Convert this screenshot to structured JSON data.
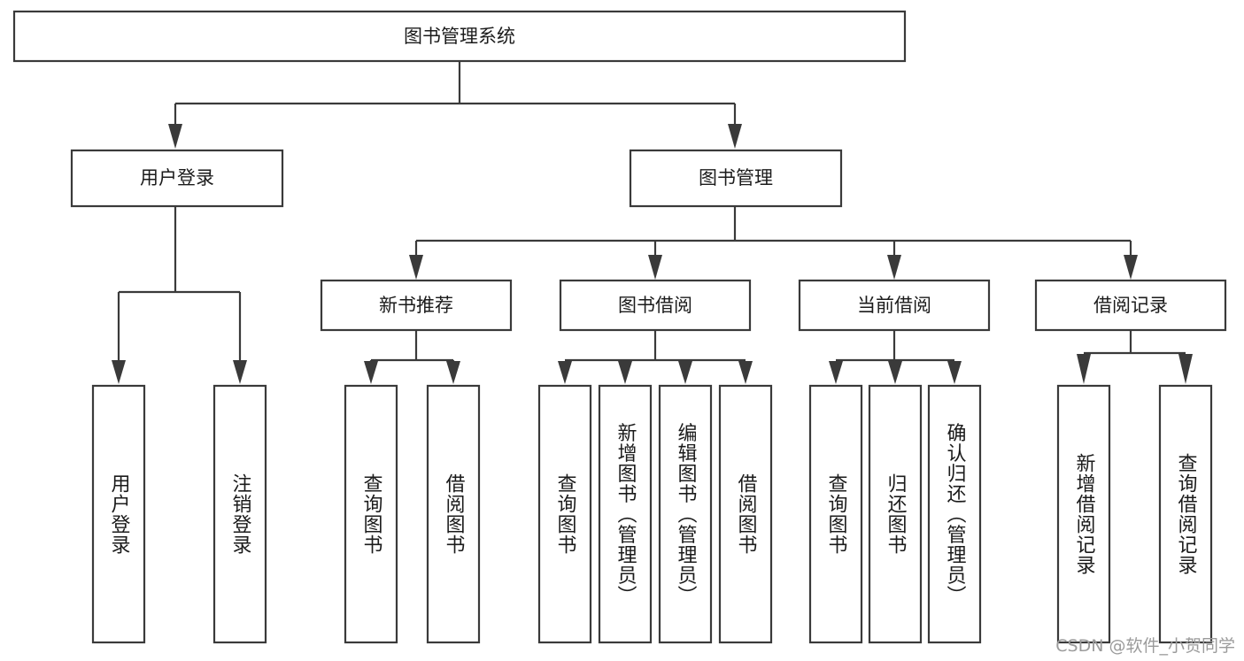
{
  "diagram": {
    "title": "图书管理系统",
    "type": "tree",
    "orientation": "top-down",
    "colors": {
      "stroke": "#3a3a3a",
      "fill": "#ffffff",
      "text": "#1b1b1b",
      "background": "#ffffff",
      "watermark": "#9b9b9b"
    },
    "levels": {
      "root": {
        "label": "图书管理系统"
      },
      "level2": [
        {
          "id": "user-login",
          "label": "用户登录"
        },
        {
          "id": "book-management",
          "label": "图书管理"
        }
      ],
      "level3": [
        {
          "id": "new-book-recommend",
          "label": "新书推荐",
          "parent": "book-management"
        },
        {
          "id": "book-borrow",
          "label": "图书借阅",
          "parent": "book-management"
        },
        {
          "id": "current-borrow",
          "label": "当前借阅",
          "parent": "book-management"
        },
        {
          "id": "borrow-record",
          "label": "借阅记录",
          "parent": "book-management"
        }
      ],
      "leaves": {
        "user-login": [
          {
            "id": "leaf-user-login",
            "label": "用户登录"
          },
          {
            "id": "leaf-user-logout",
            "label": "注销登录"
          }
        ],
        "new-book-recommend": [
          {
            "id": "leaf-query-book-1",
            "label": "查询图书"
          },
          {
            "id": "leaf-borrow-book-1",
            "label": "借阅图书"
          }
        ],
        "book-borrow": [
          {
            "id": "leaf-query-book-2",
            "label": "查询图书"
          },
          {
            "id": "leaf-add-book",
            "label": "新增图书（管理员）"
          },
          {
            "id": "leaf-edit-book",
            "label": "编辑图书（管理员）"
          },
          {
            "id": "leaf-borrow-book-2",
            "label": "借阅图书"
          }
        ],
        "current-borrow": [
          {
            "id": "leaf-query-book-3",
            "label": "查询图书"
          },
          {
            "id": "leaf-return-book",
            "label": "归还图书"
          },
          {
            "id": "leaf-confirm-return",
            "label": "确认归还（管理员）"
          }
        ],
        "borrow-record": [
          {
            "id": "leaf-add-record",
            "label": "新增借阅记录"
          },
          {
            "id": "leaf-query-record",
            "label": "查询借阅记录"
          }
        ]
      }
    }
  },
  "watermark": {
    "label": "CSDN @软件_小贺同学"
  }
}
